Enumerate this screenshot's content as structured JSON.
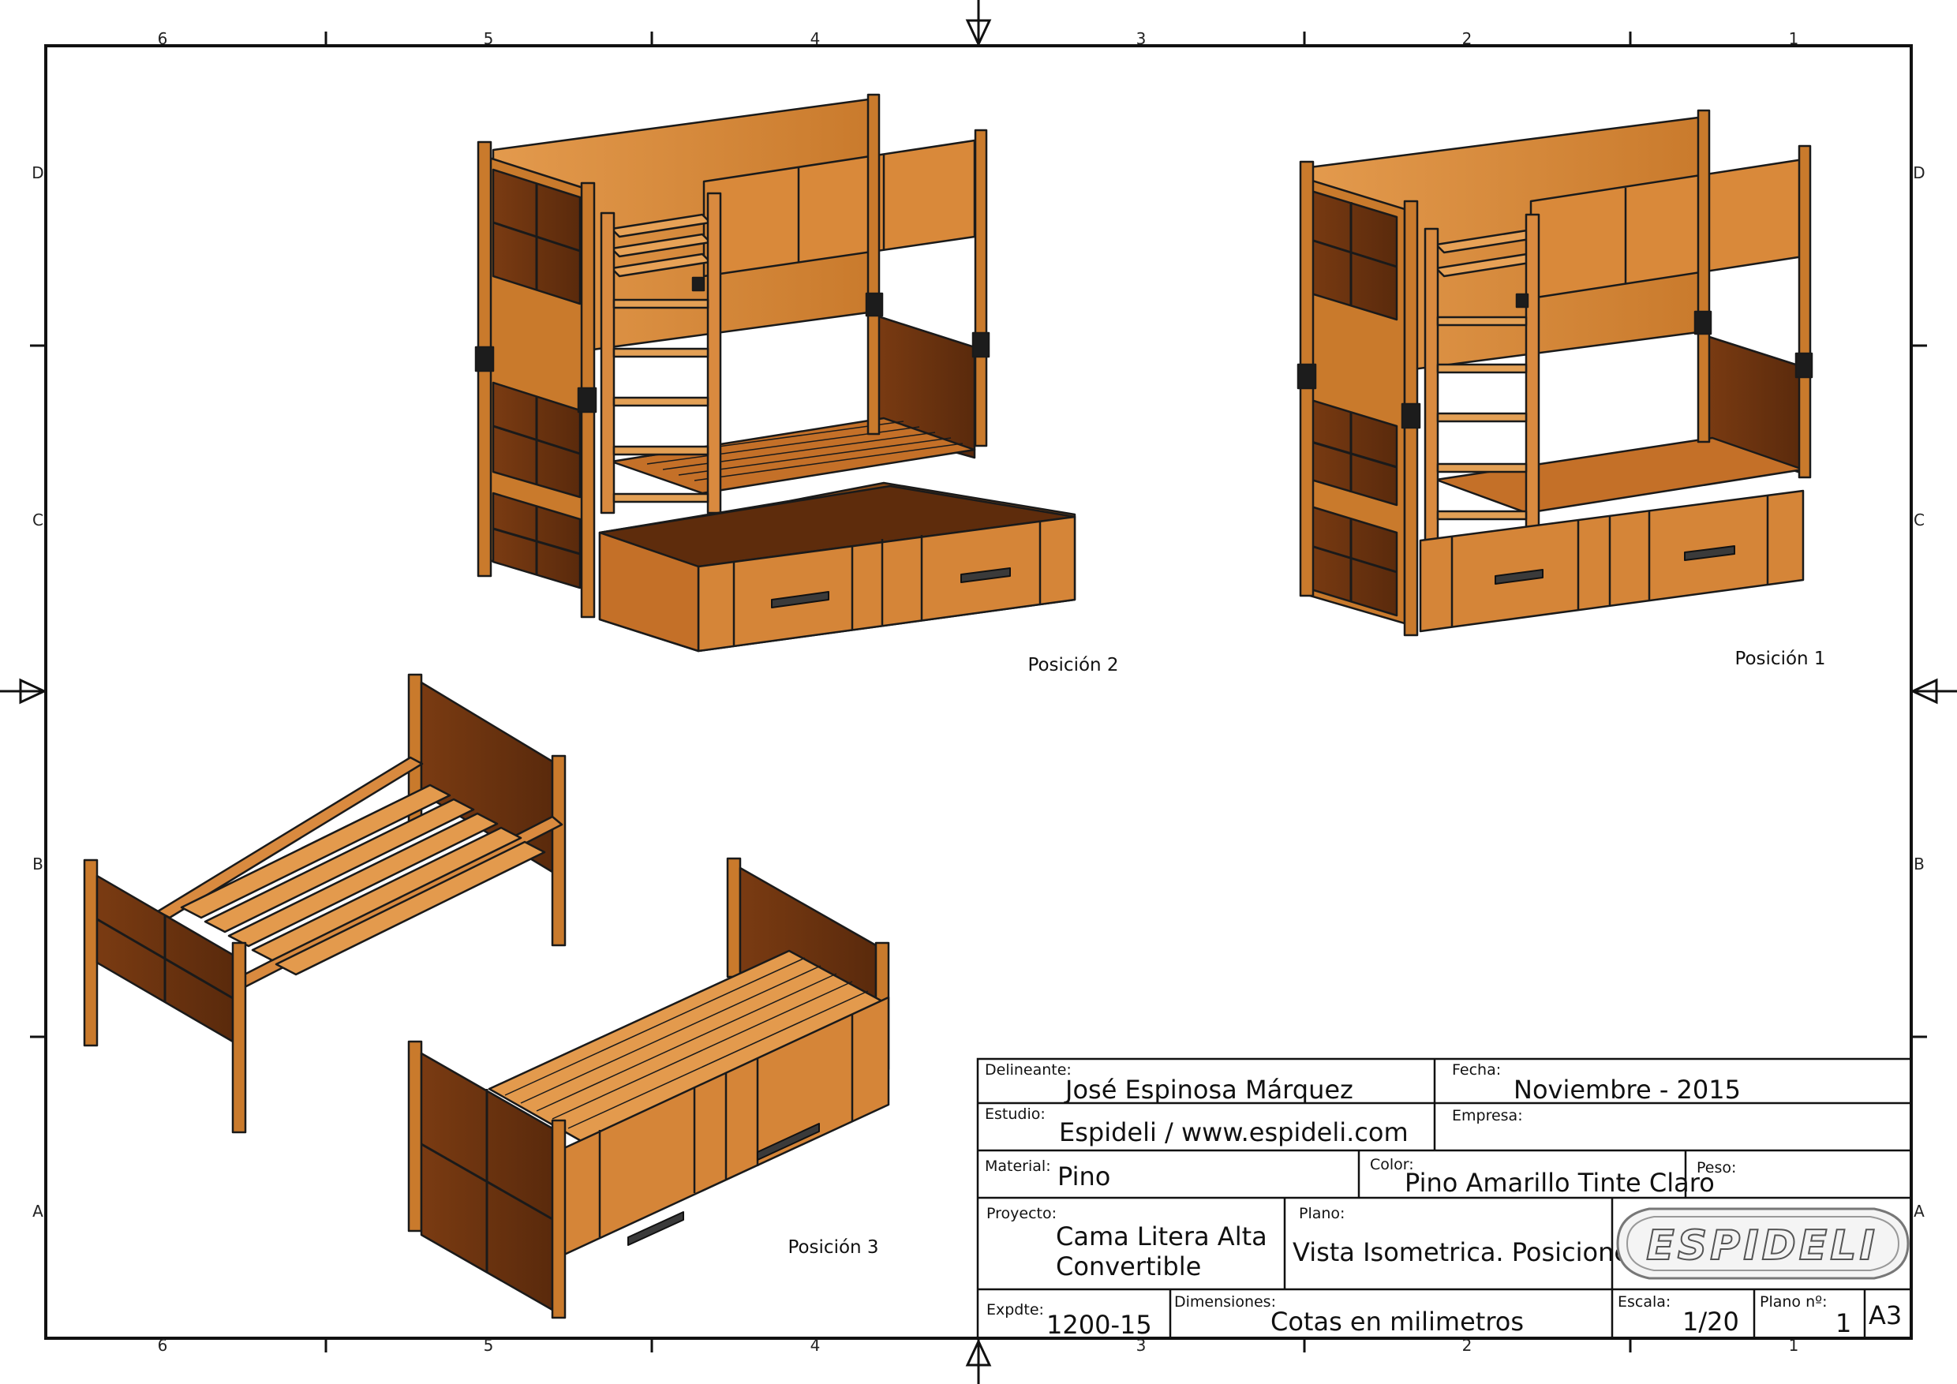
{
  "colors": {
    "wood_light": "#d98a3f",
    "wood_mid": "#b8661f",
    "wood_dark": "#6e3410",
    "line": "#1a1a1a",
    "bracket": "#1c1c1c"
  },
  "border": {
    "columns": [
      "6",
      "5",
      "4",
      "3",
      "2",
      "1"
    ],
    "rows": [
      "D",
      "C",
      "B",
      "A"
    ]
  },
  "captions": {
    "pos1": "Posición 1",
    "pos2": "Posición 2",
    "pos3": "Posición 3"
  },
  "title_block": {
    "delineante_label": "Delineante:",
    "delineante": "José Espinosa Márquez",
    "fecha_label": "Fecha:",
    "fecha": "Noviembre - 2015",
    "estudio_label": "Estudio:",
    "estudio": "Espideli / www.espideli.com",
    "empresa_label": "Empresa:",
    "material_label": "Material:",
    "material": "Pino",
    "color_label": "Color:",
    "color": "Pino Amarillo Tinte Claro",
    "peso_label": "Peso:",
    "proyecto_label": "Proyecto:",
    "proyecto_1": "Cama Litera Alta",
    "proyecto_2": "Convertible",
    "plano_label": "Plano:",
    "plano": "Vista Isometrica. Posiciones",
    "logo": "ESPIDELI",
    "expdte_label": "Expdte:",
    "expdte": "1200-15",
    "dimensiones_label": "Dimensiones:",
    "dimensiones": "Cotas en milimetros",
    "escala_label": "Escala:",
    "escala": "1/20",
    "plano_no_label": "Plano nº:",
    "plano_no": "1",
    "formato": "A3"
  }
}
